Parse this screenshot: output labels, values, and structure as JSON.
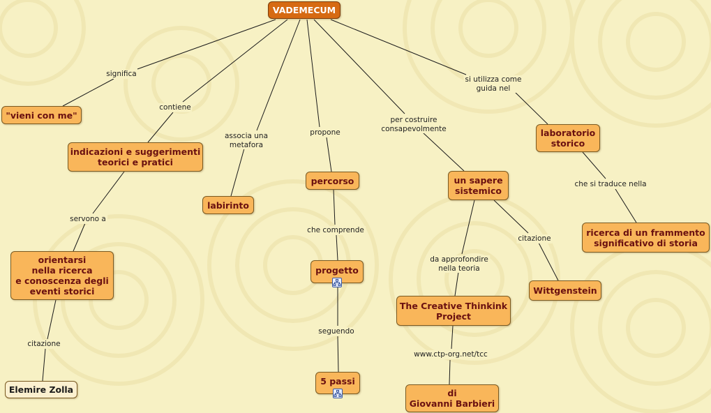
{
  "map": {
    "root": "VADEMECUM",
    "nodes": {
      "vieni": "\"vieni con me\"",
      "indicazioni": "indicazioni e suggerimenti\nteorici e pratici",
      "labirinto": "labirinto",
      "percorso": "percorso",
      "sapere": "un sapere\nsistemico",
      "laboratorio": "laboratorio\nstorico",
      "orientarsi": "orientarsi\nnella ricerca\ne conoscenza degli\neventi storici",
      "elemire": "Elemire Zolla",
      "progetto": "progetto",
      "passi": "5 passi",
      "creative": "The Creative Thinkink\nProject",
      "wittgenstein": "Wittgenstein",
      "ricerca": "ricerca di un frammento\nsignificativo di storia",
      "barbieri": "di\nGiovanni Barbieri"
    },
    "links": {
      "significa": "significa",
      "contiene": "contiene",
      "associa": "associa una\nmetafora",
      "propone": "propone",
      "costruire": "per costruire\nconsapevolmente",
      "utilizza": "si utilizza come\nguida nel",
      "servono": "servono a",
      "citazione1": "citazione",
      "comprende": "che comprende",
      "seguendo": "seguendo",
      "approfondire": "da approfondire\nnella teoria",
      "citazione2": "citazione",
      "traduce": "che si traduce nella",
      "url": "www.ctp-org.net/tcc"
    },
    "icons": {
      "progetto_submap": "submap-icon",
      "passi_submap": "submap-icon"
    },
    "colors": {
      "background": "#f7f1c4",
      "node_fill": "#f9b65a",
      "root_fill": "#d66a12",
      "light_fill": "#fbf0cf",
      "node_text": "#6a1010"
    }
  }
}
